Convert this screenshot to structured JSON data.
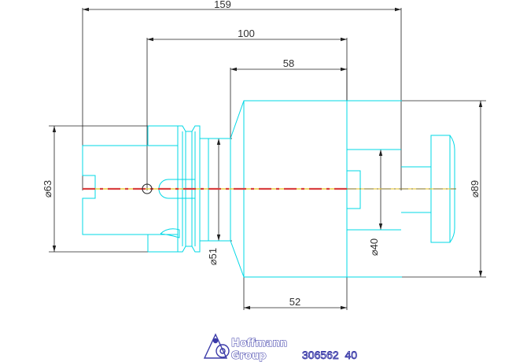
{
  "dimensions": {
    "overall_length": "159",
    "length_100": "100",
    "length_58": "58",
    "length_52": "52",
    "dia_63": "⌀63",
    "dia_51": "⌀51",
    "dia_40": "⌀40",
    "dia_89": "⌀89"
  },
  "brand": {
    "line1": "Hoffmann",
    "line2": "Group"
  },
  "part_number": "306562  40",
  "colors": {
    "outline": "#00d8e6",
    "dimension": "#202020",
    "centerline_red": "#d94040",
    "centerline_yellow": "#e6c21a",
    "brand": "#3a3aa8"
  }
}
